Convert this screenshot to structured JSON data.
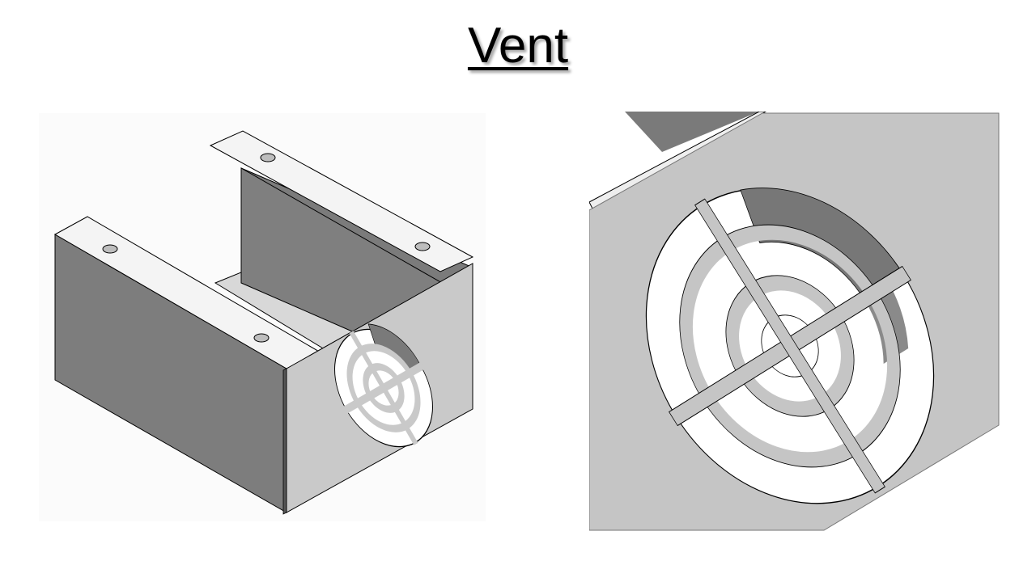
{
  "slide": {
    "title": "Vent"
  },
  "colors": {
    "background": "#ffffff",
    "panel_bg": "#fbfbfb",
    "light_face": "#c8c8c8",
    "dark_face": "#808080",
    "flange_face": "#f2f2f2",
    "edge": "#000000"
  },
  "figures": [
    {
      "id": "isometric-enclosure",
      "description_icon": "sheet-metal-enclosure-icon"
    },
    {
      "id": "vent-closeup",
      "description_icon": "vent-grille-icon"
    }
  ]
}
